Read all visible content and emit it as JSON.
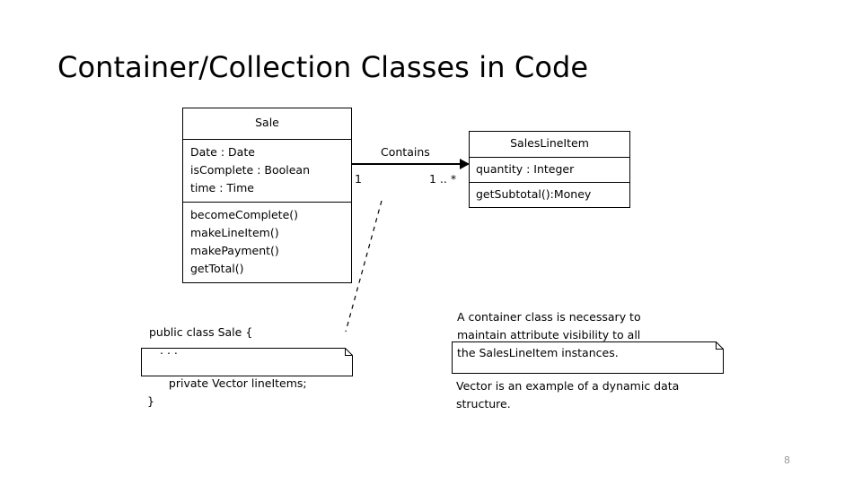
{
  "slide": {
    "title": "Container/Collection Classes in Code",
    "page_number": "8"
  },
  "diagram": {
    "type": "uml-class-diagram",
    "classes": [
      {
        "name": "Sale",
        "attributes": [
          "Date : Date",
          "isComplete : Boolean",
          "time : Time"
        ],
        "operations": [
          "becomeComplete()",
          "makeLineItem()",
          "makePayment()",
          "getTotal()"
        ]
      },
      {
        "name": "SalesLineItem",
        "attributes": [
          "quantity : Integer"
        ],
        "operations": [
          "getSubtotal():Money"
        ]
      }
    ],
    "association": {
      "label": "Contains",
      "source_multiplicity": "1",
      "target_multiplicity": "1 .. *",
      "arrow": "open-directed"
    }
  },
  "code_note": {
    "lines": [
      "public class Sale {",
      ". . .",
      "   private Vector lineItems;",
      "}"
    ]
  },
  "explanation_note": {
    "lines": [
      "A container class is necessary to",
      "maintain attribute visibility to all",
      "the SalesLineItem instances."
    ]
  },
  "vector_note": {
    "lines": [
      "Vector is an example of a dynamic data",
      "structure."
    ]
  }
}
